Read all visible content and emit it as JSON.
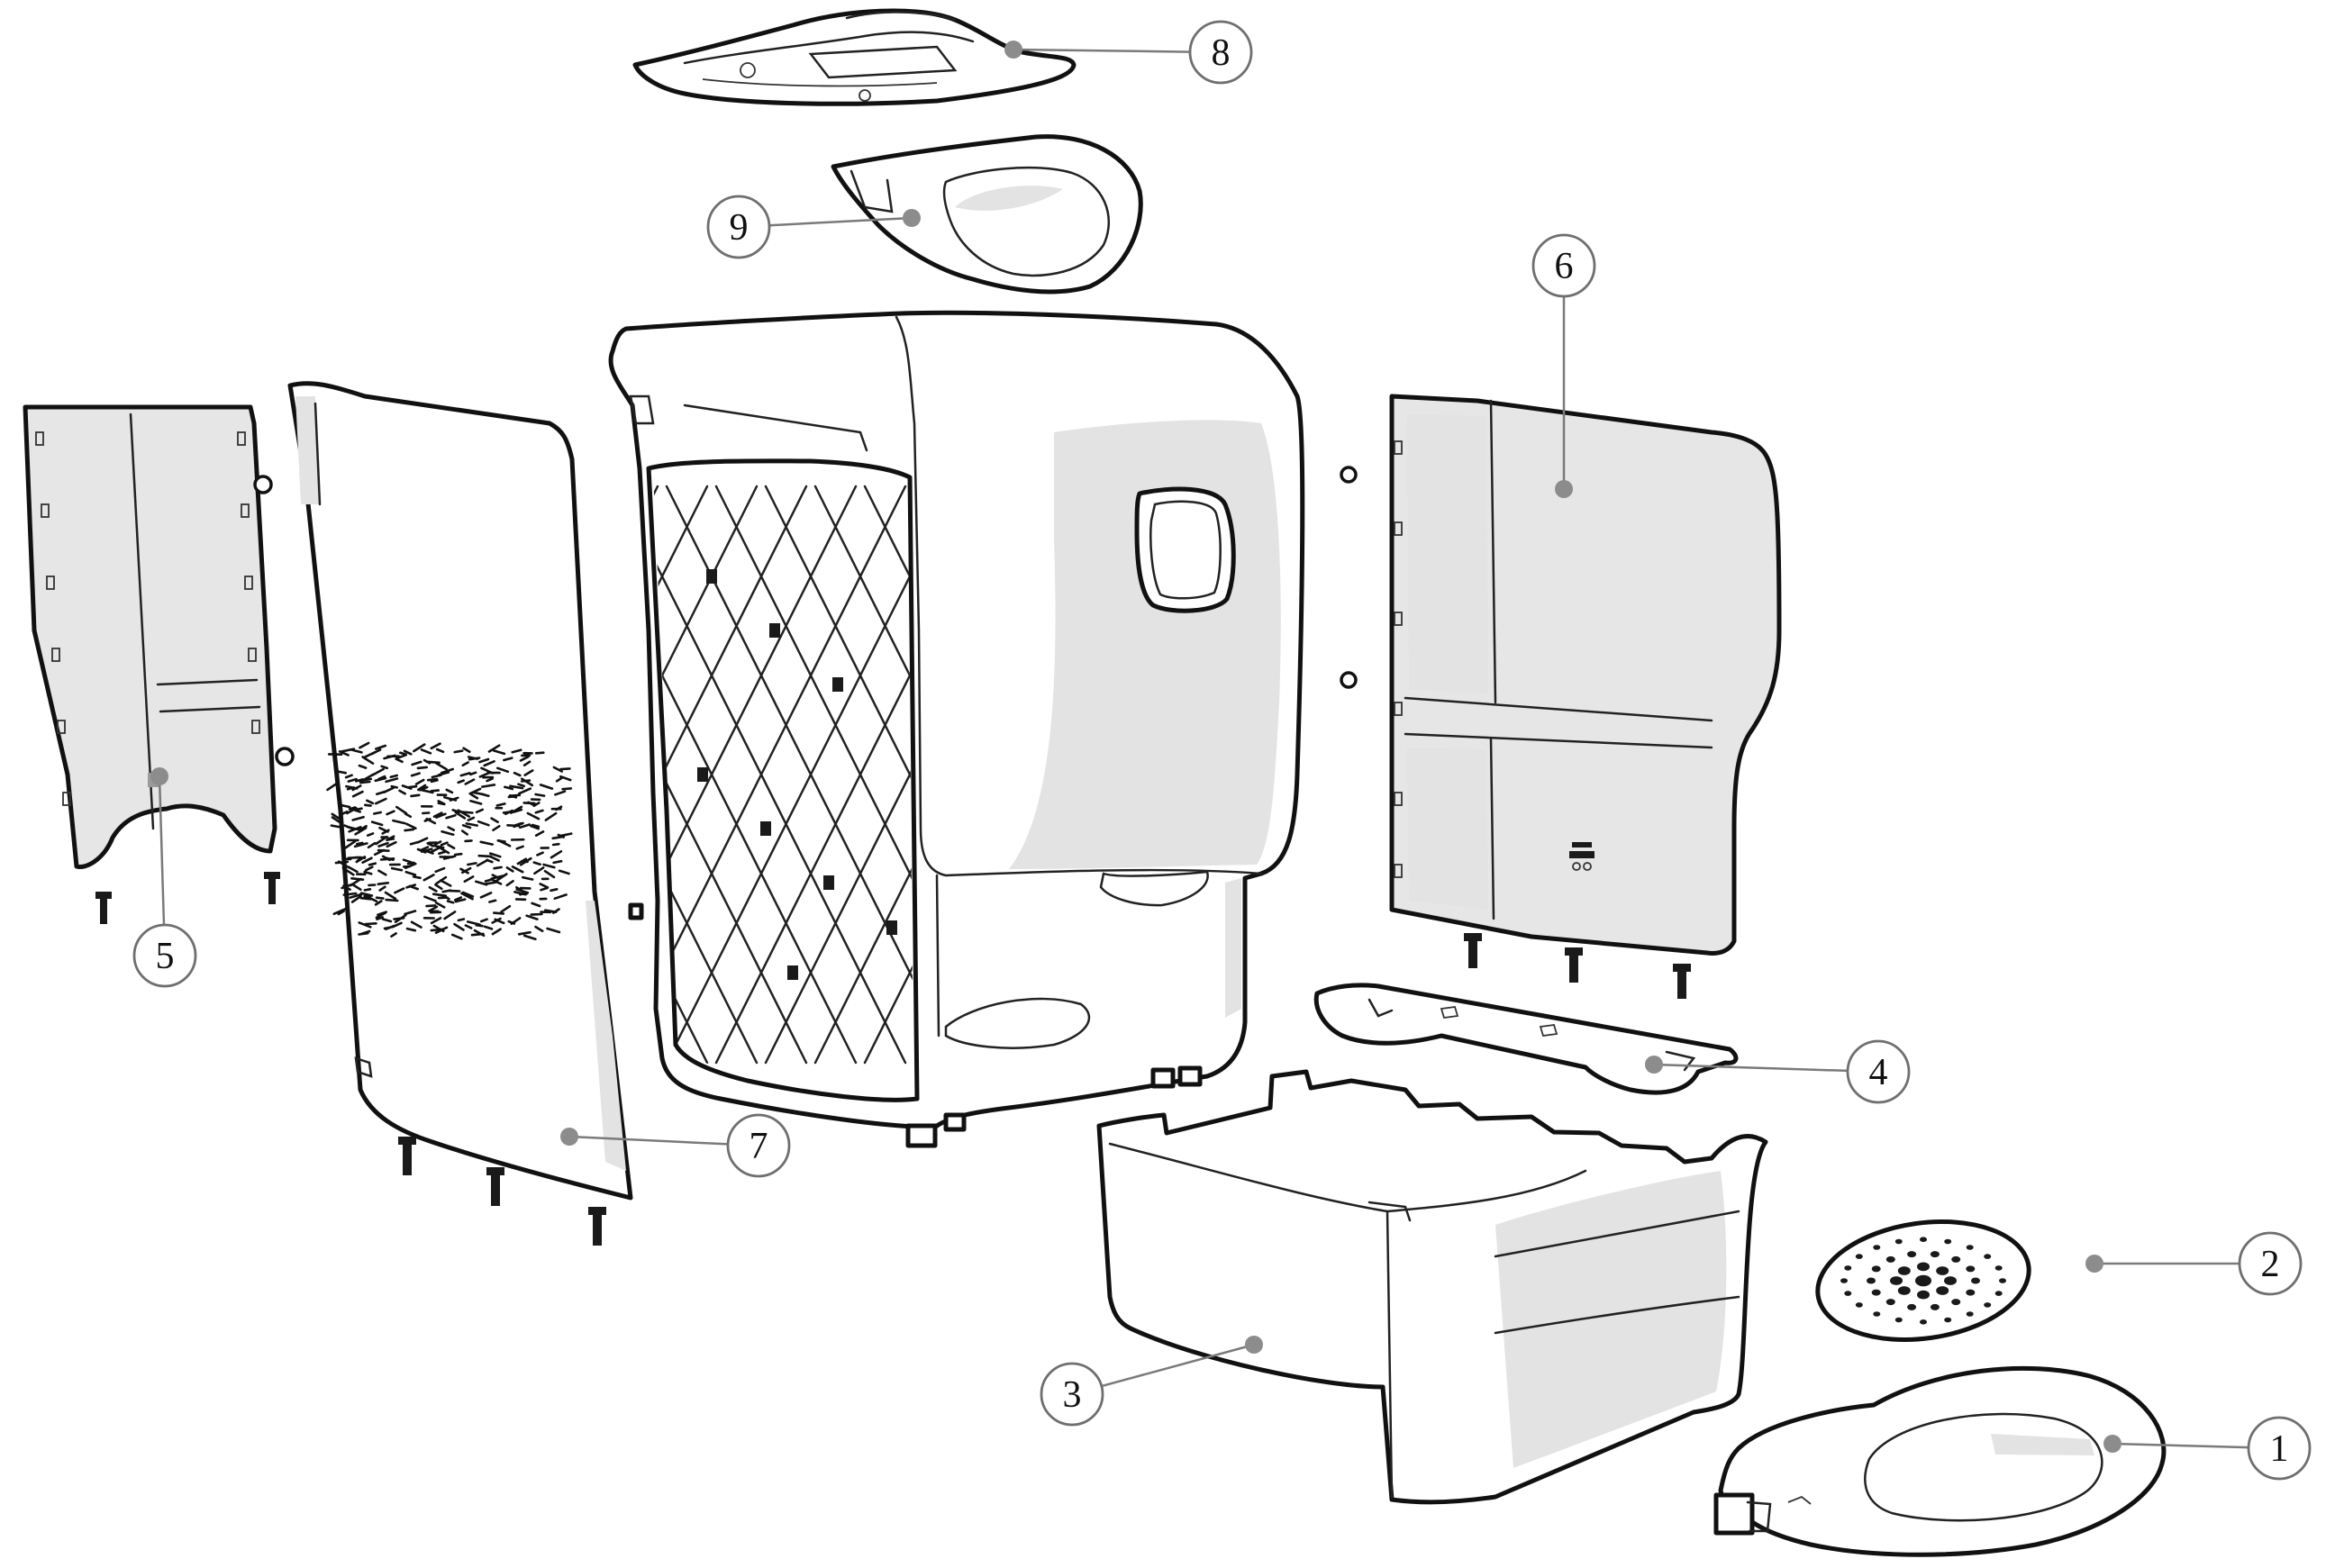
{
  "diagram": {
    "callouts": [
      {
        "id": "callout-1",
        "number": "1"
      },
      {
        "id": "callout-2",
        "number": "2"
      },
      {
        "id": "callout-3",
        "number": "3"
      },
      {
        "id": "callout-4",
        "number": "4"
      },
      {
        "id": "callout-5",
        "number": "5"
      },
      {
        "id": "callout-6",
        "number": "6"
      },
      {
        "id": "callout-7",
        "number": "7"
      },
      {
        "id": "callout-8",
        "number": "8"
      },
      {
        "id": "callout-9",
        "number": "9"
      }
    ]
  },
  "colors": {
    "line": "#111111",
    "shade": "#e3e3e3",
    "leader": "#7a7a7a",
    "dot": "#8c8c8c"
  }
}
